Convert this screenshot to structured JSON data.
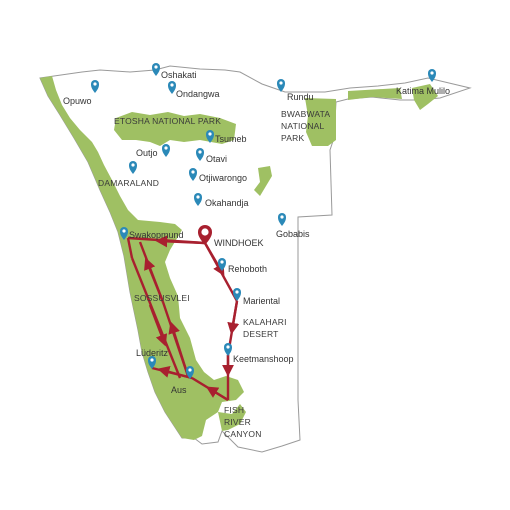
{
  "colors": {
    "border": "#9a9a9a",
    "park": "#9fc063",
    "route": "#a8202f",
    "pin": "#2b89b8",
    "start_pin": "#a8202f",
    "text": "#333333"
  },
  "regions": {
    "etosha": "ETOSHA NATIONAL PARK",
    "bwabwata": [
      "BWABWATA",
      "NATIONAL",
      "PARK"
    ],
    "damaraland": "DAMARALAND",
    "sossusvlei": "SOSSUSVLEI",
    "kalahari": [
      "KALAHARI",
      "DESERT"
    ],
    "fish_river": [
      "FISH",
      "RIVER",
      "CANYON"
    ]
  },
  "places": {
    "opuwo": "Opuwo",
    "oshakati": "Oshakati",
    "ondangwa": "Ondangwa",
    "rundu": "Rundu",
    "katima": "Katima Mulilo",
    "tsumeb": "Tsumeb",
    "outjo": "Outjo",
    "otavi": "Otavi",
    "otjiwarongo": "Otjiwarongo",
    "okahandja": "Okahandja",
    "gobabis": "Gobabis",
    "swakopmund": "Swakopmund",
    "windhoek": "WINDHOEK",
    "rehoboth": "Rehoboth",
    "mariental": "Mariental",
    "keetmanshoop": "Keetmanshoop",
    "luderitz": "Lüderitz",
    "aus": "Aus"
  }
}
